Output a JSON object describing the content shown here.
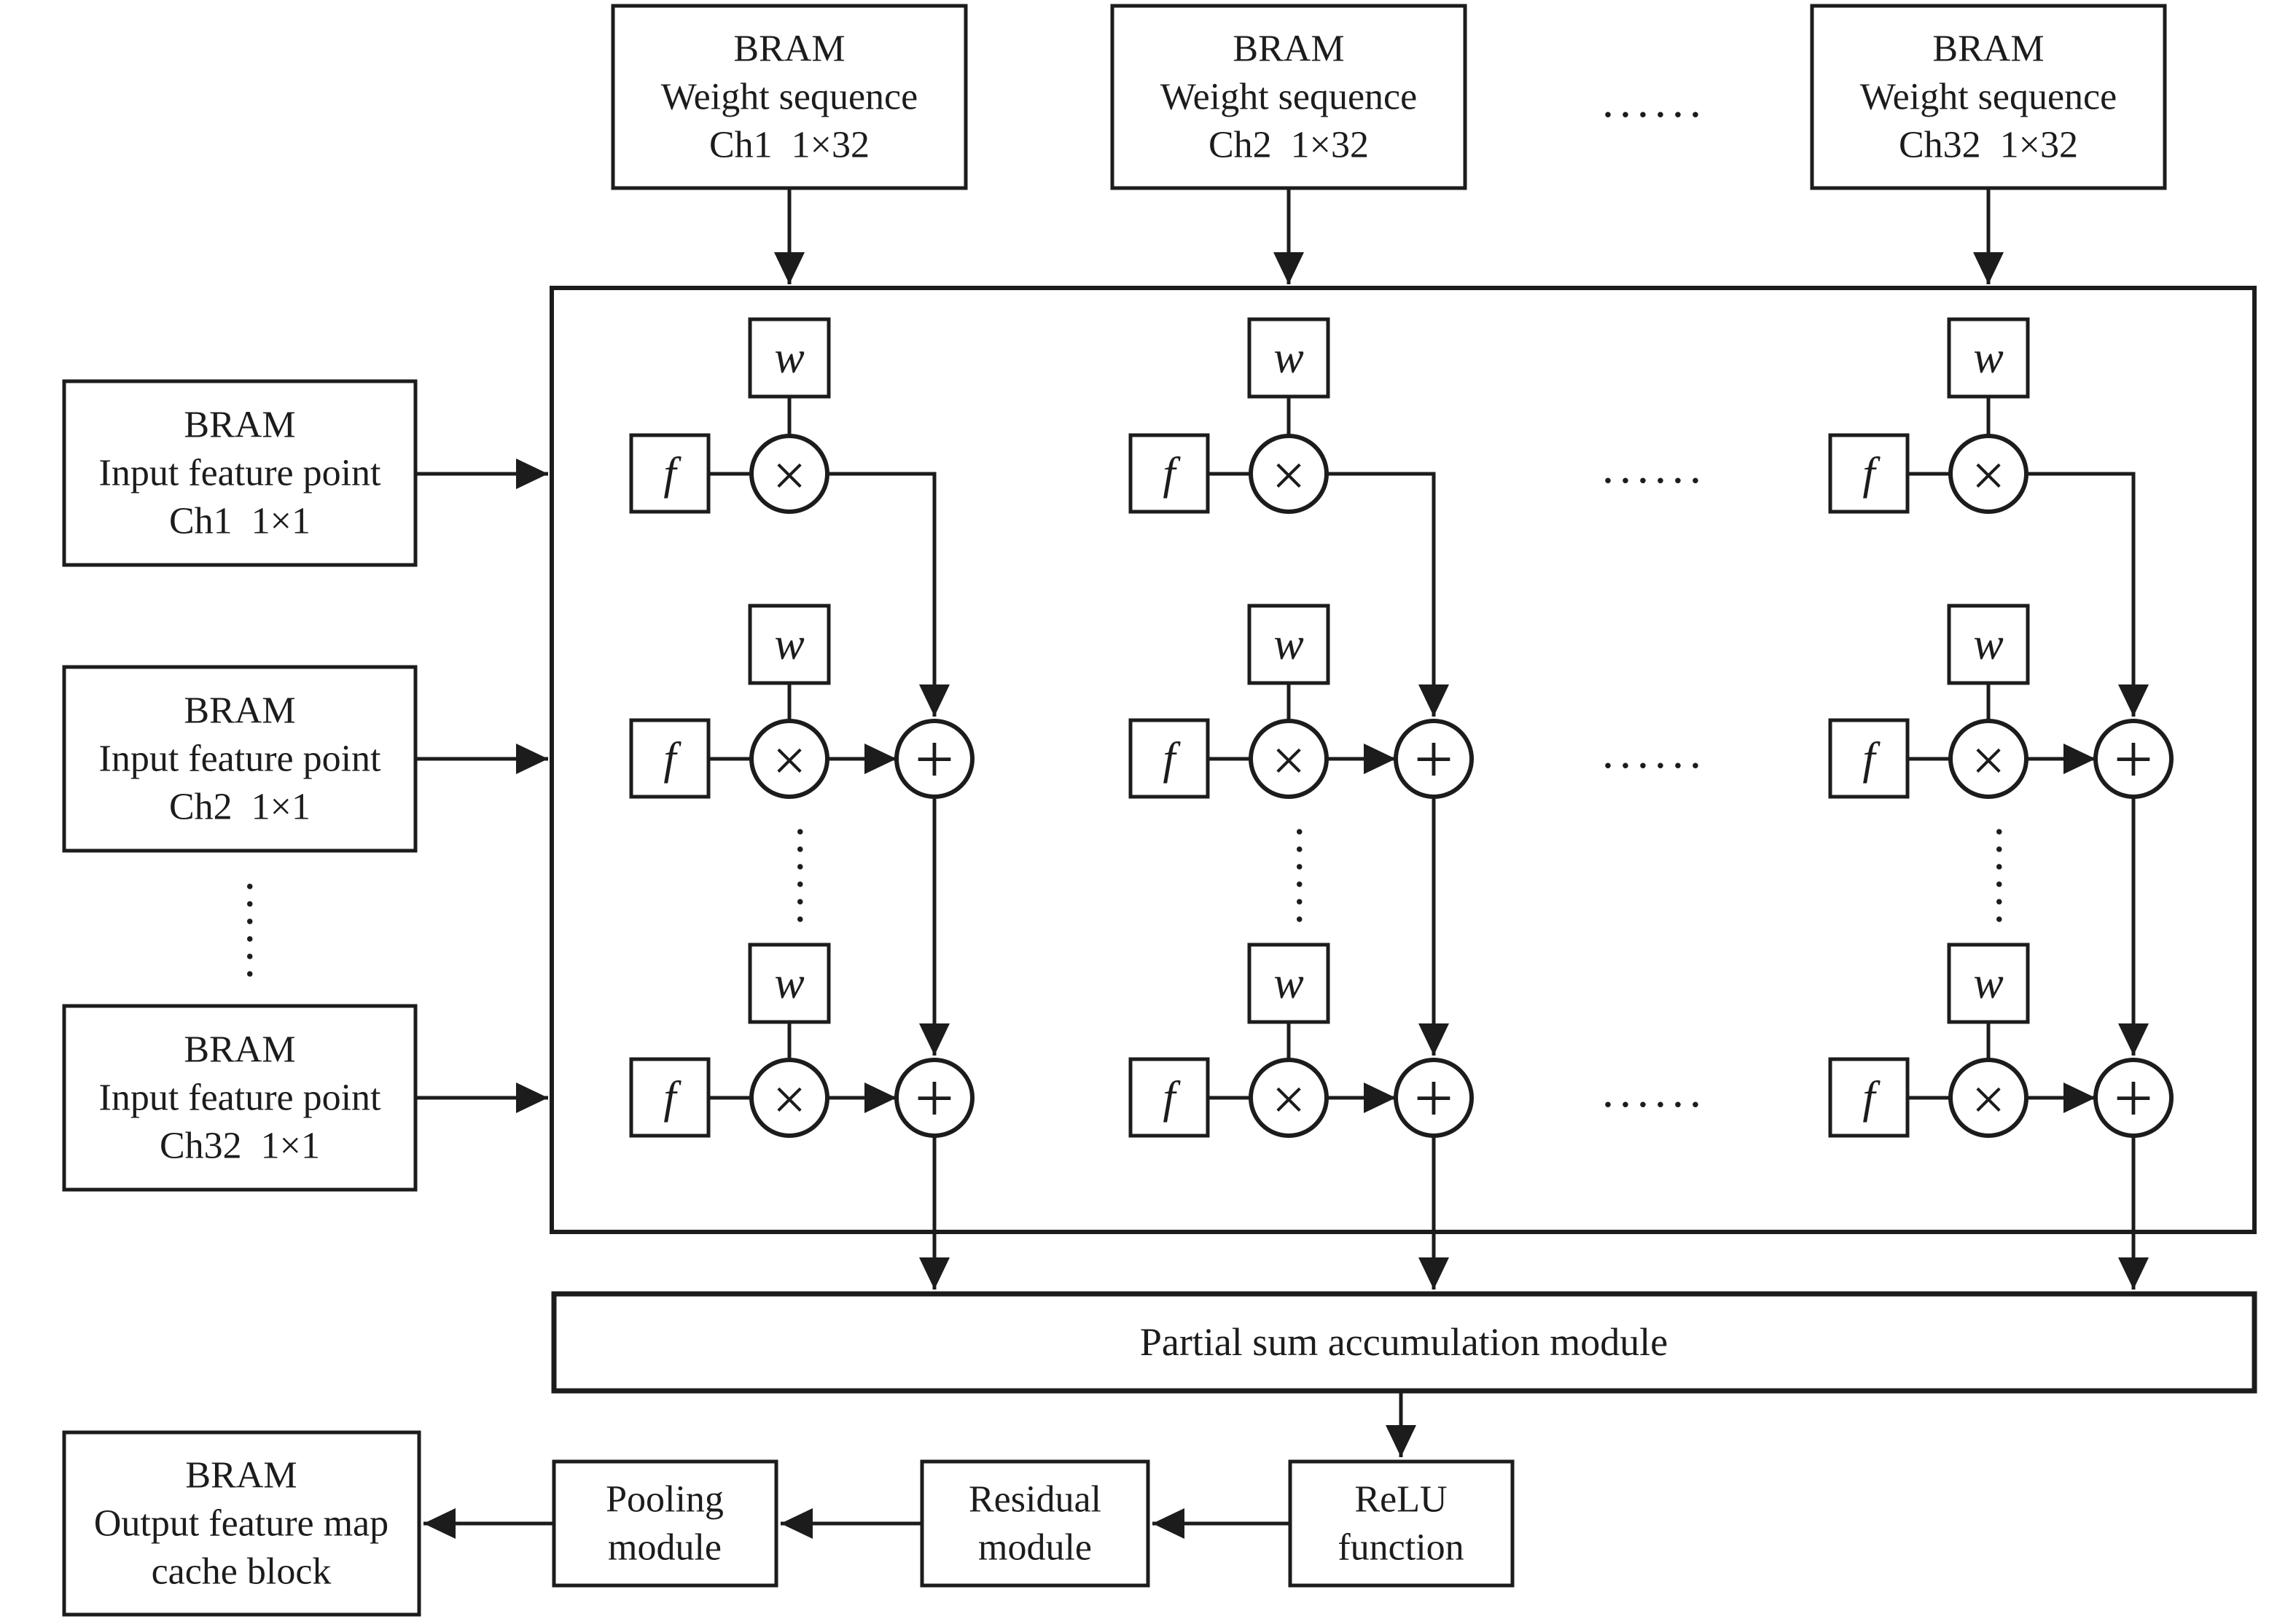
{
  "diagram": {
    "weight_brams": [
      {
        "line1": "BRAM",
        "line2": "Weight sequence",
        "line3": "Ch1  1×32"
      },
      {
        "line1": "BRAM",
        "line2": "Weight sequence",
        "line3": "Ch2  1×32"
      },
      {
        "line1": "BRAM",
        "line2": "Weight sequence",
        "line3": "Ch32  1×32"
      }
    ],
    "input_brams": [
      {
        "line1": "BRAM",
        "line2": "Input feature point",
        "line3": "Ch1  1×1"
      },
      {
        "line1": "BRAM",
        "line2": "Input feature point",
        "line3": "Ch2  1×1"
      },
      {
        "line1": "BRAM",
        "line2": "Input feature point",
        "line3": "Ch32  1×1"
      }
    ],
    "pe": {
      "weight_label": "w",
      "feature_label": "f",
      "multiply_symbol": "×",
      "add_symbol": "+"
    },
    "ellipsis_horizontal": "......",
    "ellipsis_vertical": "......",
    "partial_sum_label": "Partial sum accumulation module",
    "relu": {
      "line1": "ReLU",
      "line2": "function"
    },
    "residual": {
      "line1": "Residual",
      "line2": "module"
    },
    "pooling": {
      "line1": "Pooling",
      "line2": "module"
    },
    "output_bram": {
      "line1": "BRAM",
      "line2": "Output feature map",
      "line3": "cache block"
    },
    "colors": {
      "ink": "#1c1c1c",
      "background": "#ffffff"
    }
  }
}
